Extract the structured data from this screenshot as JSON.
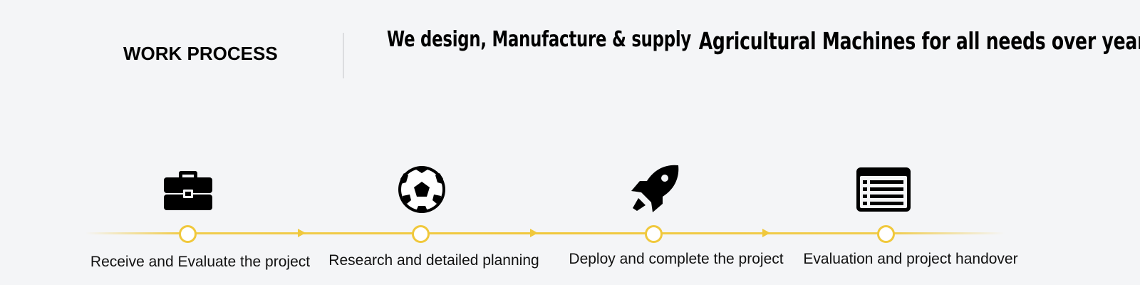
{
  "header": {
    "section_title": "WORK PROCESS",
    "tagline_part1": "We design, Manufacture & supply",
    "tagline_part2": "Agricultural Machines for all needs over years."
  },
  "process": {
    "accent_color": "#f0c83c",
    "steps": [
      {
        "icon": "briefcase-icon",
        "label": "Receive and Evaluate the project"
      },
      {
        "icon": "soccer-ball-icon",
        "label": "Research and detailed planning"
      },
      {
        "icon": "rocket-icon",
        "label": "Deploy and complete the project"
      },
      {
        "icon": "list-window-icon",
        "label": "Evaluation and project handover"
      }
    ]
  }
}
